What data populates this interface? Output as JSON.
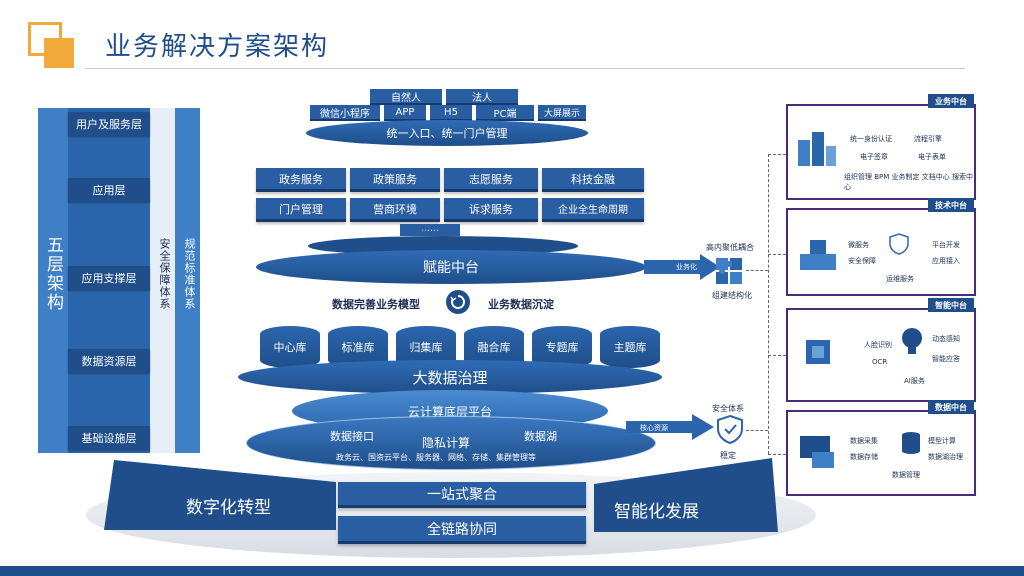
{
  "header": {
    "title": "业务解决方案架构"
  },
  "left": {
    "main_label": "五层架构",
    "layers": [
      "用户及服务层",
      "应用层",
      "应用支撑层",
      "数据资源层",
      "基础设施层"
    ],
    "security": "安全保障体系",
    "standard": "规范标准体系"
  },
  "entry": {
    "row1": [
      "自然人",
      "法人"
    ],
    "row2": [
      "微信小程序",
      "APP",
      "H5",
      "PC端",
      "大屏展示"
    ],
    "gateway": "统一入口、统一门户管理"
  },
  "services": {
    "row1": [
      "政务服务",
      "政策服务",
      "志愿服务",
      "科技金融"
    ],
    "row2": [
      "门户管理",
      "营商环境",
      "诉求服务",
      "企业全生命周期"
    ],
    "more": "……"
  },
  "platform": {
    "title": "赋能中台"
  },
  "flow": {
    "left": "数据完善业务模型",
    "right": "业务数据沉淀"
  },
  "databases": [
    "中心库",
    "标准库",
    "归集库",
    "融合库",
    "专题库",
    "主题库"
  ],
  "bigdata": {
    "title": "大数据治理"
  },
  "cloud": {
    "title": "云计算底层平台",
    "interface": "数据接口",
    "privacy": "隐私计算",
    "lake": "数据湖",
    "detail": "政务云、国资云平台、服务器、网络、存储、集群管理等"
  },
  "bottom": {
    "left": "数字化转型",
    "mid1": "一站式聚合",
    "mid2": "全链路协同",
    "right": "智能化发展"
  },
  "middle_right": {
    "puzzle_top": "高内聚低耦合",
    "arrow1": "业务化",
    "puzzle_bottom": "组建结构化",
    "security_top": "安全体系",
    "arrow2": "核心资源",
    "security_bottom": "稳定"
  },
  "panels": {
    "biz": {
      "tag": "业务中台",
      "items": [
        "统一身份认证",
        "流程引擎",
        "电子签章",
        "电子表单"
      ],
      "line": "组织管理 BPM 业务制定 文档中心 搜索中心"
    },
    "tech": {
      "tag": "技术中台",
      "items": [
        "微服务",
        "平台开发",
        "安全保障",
        "应用接入",
        "运维服务"
      ]
    },
    "ai": {
      "tag": "智能中台",
      "items": [
        "动态感知",
        "人脸识别",
        "OCR",
        "智能应答",
        "AI服务"
      ]
    },
    "data": {
      "tag": "数据中台",
      "items": [
        "数据采集",
        "模型计算",
        "数据存储",
        "数据湖治理",
        "数据管理"
      ]
    }
  },
  "colors": {
    "primary": "#1f4e8a",
    "accent": "#f0a93a",
    "panel_border": "#4b2a7a"
  }
}
